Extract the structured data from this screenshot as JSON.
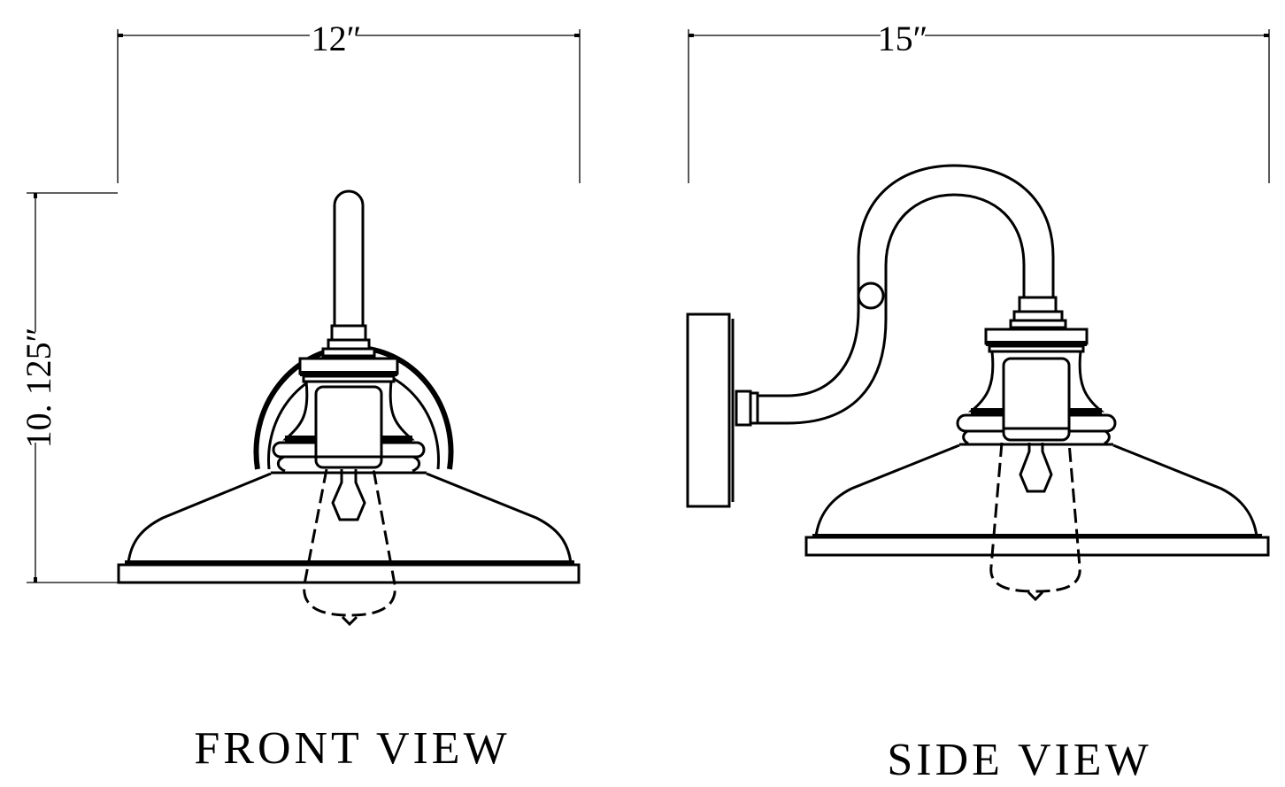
{
  "drawing": {
    "type": "technical dimension drawing",
    "subject": "barn-style wall sconce"
  },
  "front_view": {
    "title": "FRONT VIEW",
    "width_label": "12″",
    "height_label": "10. 125″"
  },
  "side_view": {
    "title": "SIDE VIEW",
    "depth_label": "15″"
  },
  "colors": {
    "line": "#000000",
    "background": "#ffffff"
  }
}
